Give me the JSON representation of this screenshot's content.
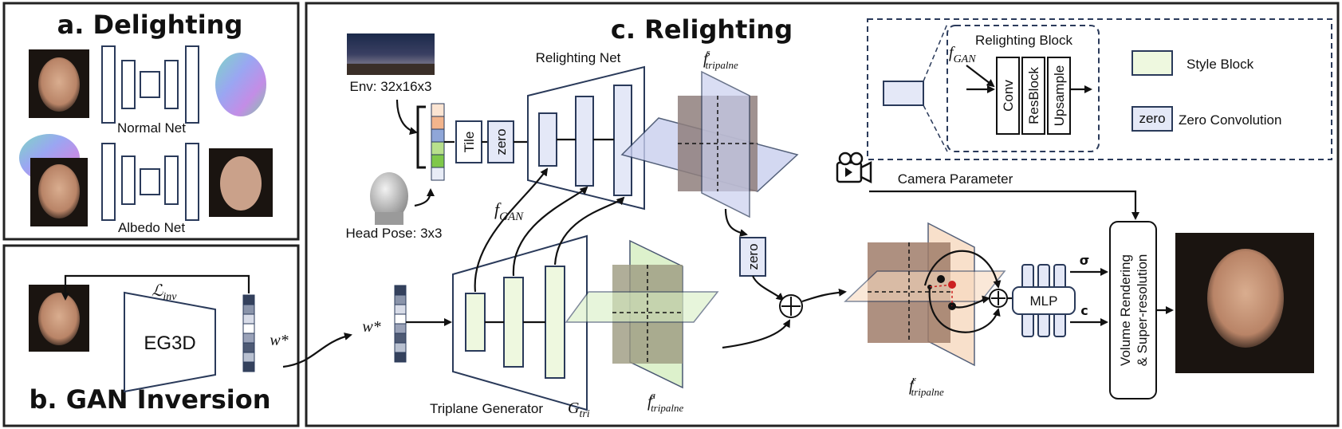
{
  "panels": {
    "delighting_title": "a. Delighting",
    "gan_inversion_title": "b. GAN Inversion",
    "relighting_title": "c. Relighting"
  },
  "delighting": {
    "normal_net": "Normal Net",
    "albedo_net": "Albedo Net"
  },
  "gan_inversion": {
    "loss": "ℒ",
    "loss_sub": "inv",
    "eg3d": "EG3D",
    "w_star": "w*"
  },
  "relighting": {
    "env_label": "Env: 32x16x3",
    "head_pose_label": "Head Pose: 3x3",
    "tile": "Tile",
    "zero": "zero",
    "relighting_net": "Relighting Net",
    "f_gan": "f",
    "f_gan_sub": "GAN",
    "f_s": "f",
    "f_s_sup": "s",
    "f_s_sub": "tripalne",
    "f_a": "f",
    "f_a_sup": "a",
    "f_a_sub": "tripalne",
    "f_r": "f",
    "f_r_sup": "r",
    "f_r_sub": "tripalne",
    "triplane_generator": "Triplane Generator",
    "g_tri": "G",
    "g_tri_sub": "tri",
    "w_star": "w*",
    "camera_parameter": "Camera Parameter",
    "mlp": "MLP",
    "sigma": "σ",
    "c": "c",
    "volume_rendering_1": "Volume Rendering",
    "volume_rendering_2": "& Super-resolution",
    "plus": "+"
  },
  "legend": {
    "relighting_block": "Relighting Block",
    "f_gan": "f",
    "f_gan_sub": "GAN",
    "conv": "Conv",
    "resblock": "ResBlock",
    "upsample": "Upsample",
    "style_block": "Style Block",
    "zero": "zero",
    "zero_convolution": "Zero Convolution"
  },
  "colors": {
    "block_fill": "#e4e8f7",
    "style_fill": "#eef8df",
    "border": "#2a3a5a",
    "plane_orange": "#f7d9bf",
    "plane_green": "#d8efc4",
    "plane_blue": "#c9cfee"
  }
}
